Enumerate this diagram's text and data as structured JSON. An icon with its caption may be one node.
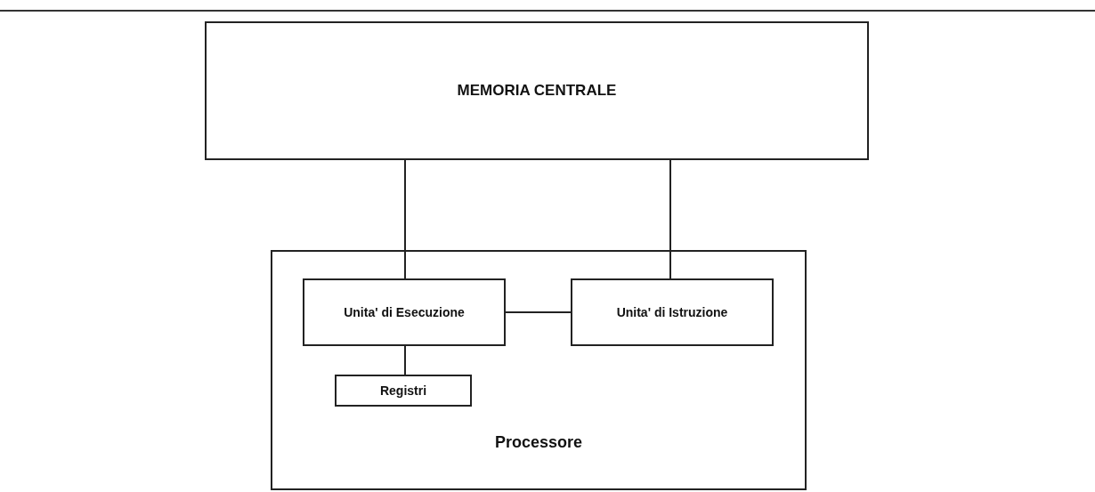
{
  "diagram": {
    "nodes": [
      {
        "text": [
          "MEMORIA CENTRALE"
        ]
      },
      {
        "text": [
          "Processore"
        ]
      },
      {
        "text": [
          "Unita' di Esecuzione"
        ],
        "in": 1
      },
      {
        "text": [
          "Unita' di Istruzione"
        ],
        "in": 1
      },
      {
        "text": [
          "Registri"
        ],
        "in": 1
      }
    ],
    "edges": [
      {
        "from": 0,
        "to": 2,
        "arrow": "none"
      },
      {
        "from": 0,
        "to": 3,
        "arrow": "none"
      },
      {
        "from": 2,
        "to": 3,
        "arrow": "none"
      },
      {
        "from": 2,
        "to": 4,
        "arrow": "none"
      }
    ]
  }
}
